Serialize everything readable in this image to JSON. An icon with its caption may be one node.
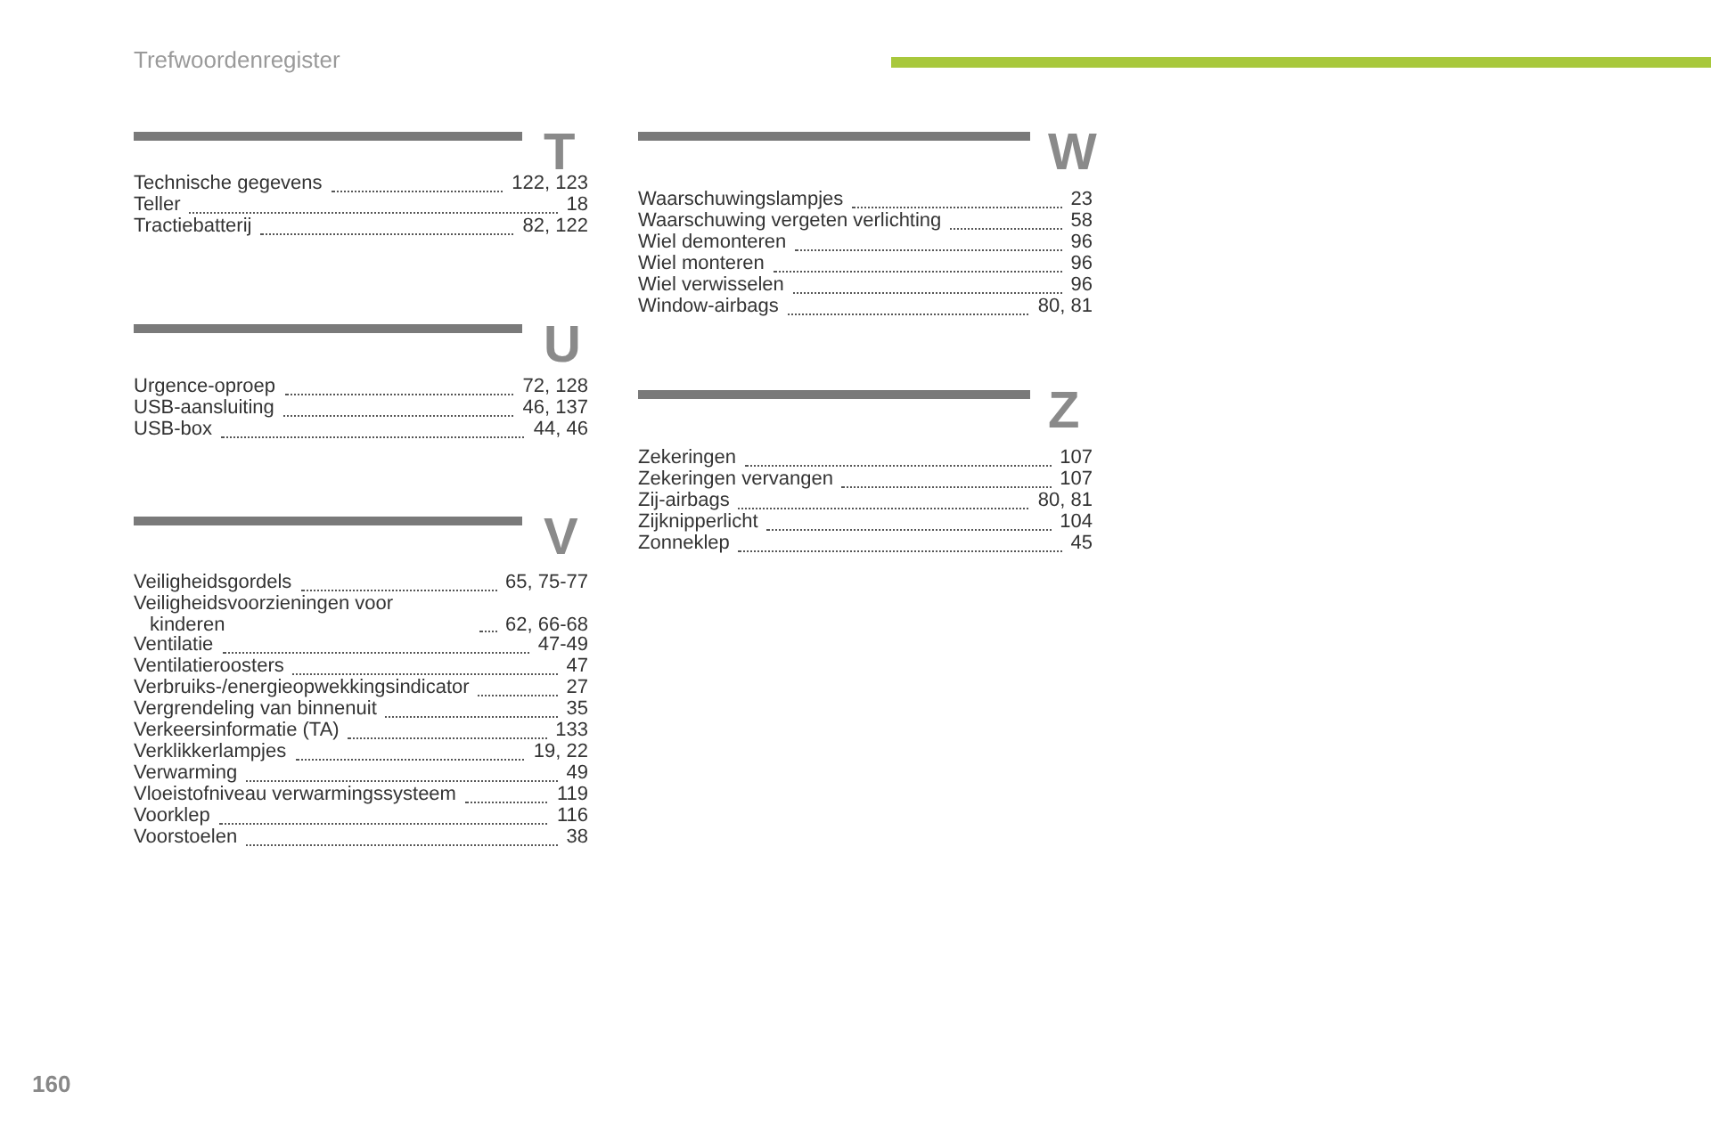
{
  "diagram": {
    "title": "Trefwoordenregister",
    "labels": [
      "T",
      "Technische gegevens",
      "122, 123",
      "Teller",
      "18",
      "Tractiebatterij",
      "82, 122",
      "U",
      "Urgence-oproep",
      "72, 128",
      "USB-aansluiting",
      "46, 137",
      "USB-box",
      "44, 46",
      "V",
      "Veiligheidsgordels",
      "65, 75-77",
      "Veiligheidsvoorzieningen voor kinderen",
      "62, 66-68",
      "Ventilatie",
      "47-49",
      "Ventilatieroosters",
      "47",
      "Verbruiks-/energieopwekkingsindicator",
      "27",
      "Vergrendeling van binnenuit",
      "35",
      "Verkeersinformatie (TA)",
      "133",
      "Verklikkerlampjes",
      "19, 22",
      "Verwarming",
      "49",
      "Vloeistofniveau verwarmingssysteem",
      "119",
      "Voorklep",
      "116",
      "Voorstoelen",
      "38",
      "W",
      "Waarschuwingslampjes",
      "23",
      "Waarschuwing vergeten verlichting",
      "58",
      "Wiel demonteren",
      "96",
      "Wiel monteren",
      "96",
      "Wiel verwisselen",
      "96",
      "Window-airbags",
      "80, 81",
      "Z",
      "Zekeringen",
      "107",
      "Zekeringen vervangen",
      "107",
      "Zij-airbags",
      "80, 81",
      "Zijknipperlicht",
      "104",
      "Zonneklep",
      "45",
      "160"
    ]
  }
}
